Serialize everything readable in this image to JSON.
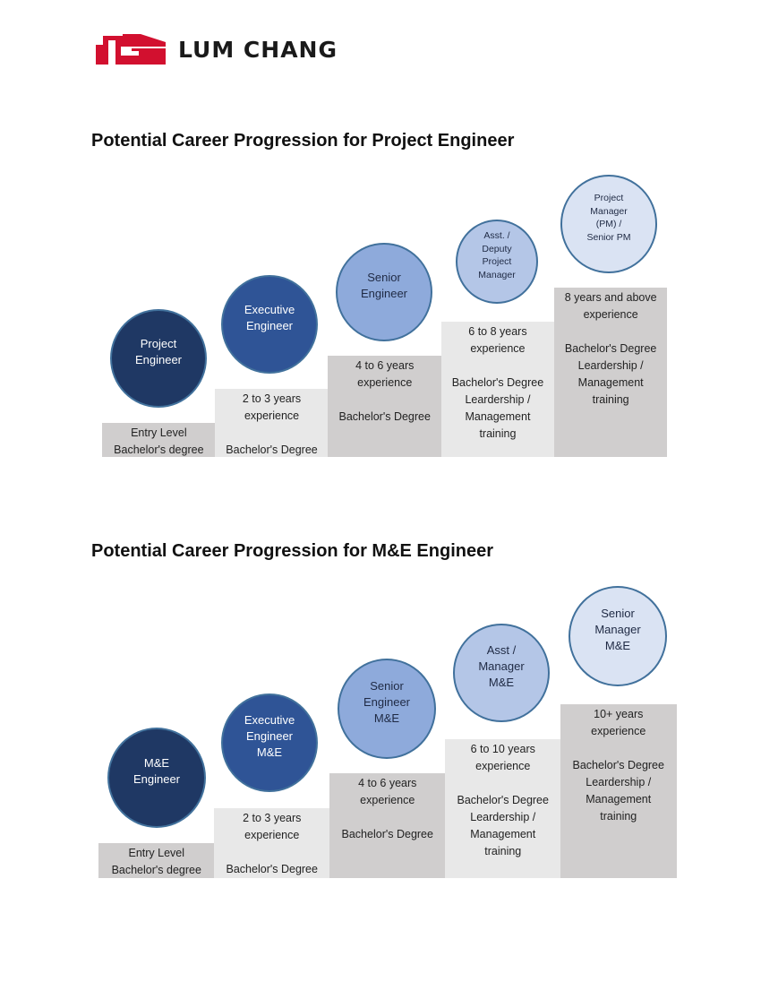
{
  "logo": {
    "text": "LUM CHANG",
    "color": "#d2102f"
  },
  "diagrams": [
    {
      "title": "Potential Career Progression for Project Engineer",
      "stages": [
        {
          "role": [
            "Project",
            "Engineer"
          ],
          "details": [
            "Entry Level",
            "Bachelor's degree"
          ]
        },
        {
          "role": [
            "Executive",
            "Engineer"
          ],
          "details": [
            "2 to 3 years",
            "experience",
            "",
            "Bachelor's Degree"
          ]
        },
        {
          "role": [
            "Senior",
            "Engineer"
          ],
          "details": [
            "4 to 6 years",
            "experience",
            "",
            "Bachelor's Degree"
          ]
        },
        {
          "role": [
            "Asst. /",
            "Deputy",
            "Project",
            "Manager"
          ],
          "details": [
            "6 to 8 years",
            "experience",
            "",
            "Bachelor's Degree",
            "Leardership /",
            "Management",
            "training"
          ]
        },
        {
          "role": [
            "Project",
            "Manager",
            "(PM) /",
            "Senior PM"
          ],
          "details": [
            "8 years and above",
            "experience",
            "",
            "Bachelor's Degree",
            "Leardership /",
            "Management",
            "training"
          ]
        }
      ]
    },
    {
      "title": "Potential Career Progression for M&E Engineer",
      "stages": [
        {
          "role": [
            "M&E",
            "Engineer"
          ],
          "details": [
            "Entry Level",
            "Bachelor's degree"
          ]
        },
        {
          "role": [
            "Executive",
            "Engineer",
            "M&E"
          ],
          "details": [
            "2 to 3 years",
            "experience",
            "",
            "Bachelor's Degree"
          ]
        },
        {
          "role": [
            "Senior",
            "Engineer",
            "M&E"
          ],
          "details": [
            "4 to 6 years",
            "experience",
            "",
            "Bachelor's Degree"
          ]
        },
        {
          "role": [
            "Asst /",
            "Manager",
            "M&E"
          ],
          "details": [
            "6 to 10 years",
            "experience",
            "",
            "Bachelor's Degree",
            "Leardership /",
            "Management",
            "training"
          ]
        },
        {
          "role": [
            "Senior",
            "Manager",
            "M&E"
          ],
          "details": [
            "10+ years",
            "experience",
            "",
            "Bachelor's Degree",
            "Leardership /",
            "Management",
            "training"
          ]
        }
      ]
    }
  ],
  "colors": {
    "circles": [
      "#1f3864",
      "#2f5496",
      "#8eaadb",
      "#b4c6e7",
      "#dae3f3"
    ],
    "circle_text": [
      "#ffffff",
      "#ffffff",
      "#1f2a44",
      "#1f2a44",
      "#1f2a44"
    ],
    "steps": [
      "#d0cece",
      "#e8e8e8",
      "#d0cece",
      "#e8e8e8",
      "#d0cece"
    ]
  }
}
